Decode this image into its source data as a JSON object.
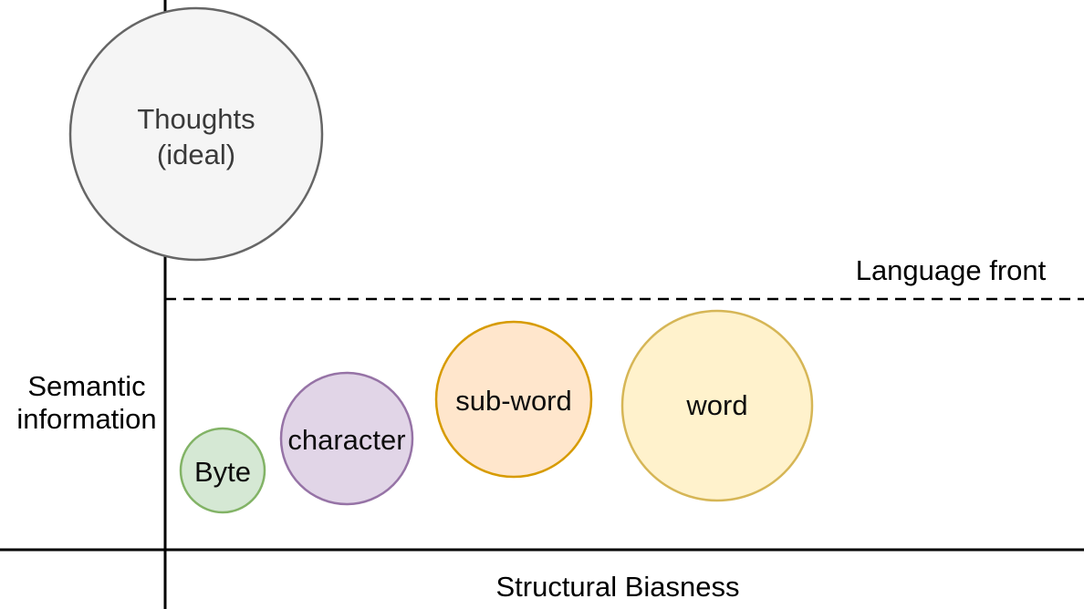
{
  "axes": {
    "color": "#000000",
    "y_label_line1": "Semantic",
    "y_label_line2": "information",
    "x_label": "Structural Biasness"
  },
  "language_front": {
    "label": "Language front",
    "line_color": "#000000",
    "line_style": "dashed"
  },
  "bubbles": {
    "thoughts": {
      "label_line1": "Thoughts",
      "label_line2": "(ideal)",
      "fill": "#f5f5f5",
      "stroke": "#666666",
      "text_color": "#3a3a3a",
      "size_rank": 5
    },
    "byte": {
      "label": "Byte",
      "fill": "#d5e8d4",
      "stroke": "#82b366",
      "text_color": "#0d0d0d",
      "size_rank": 1
    },
    "character": {
      "label": "character",
      "fill": "#e1d5e7",
      "stroke": "#9673a6",
      "text_color": "#0d0d0d",
      "size_rank": 2
    },
    "subword": {
      "label": "sub-word",
      "fill": "#ffe6cc",
      "stroke": "#d79b00",
      "text_color": "#0d0d0d",
      "size_rank": 3
    },
    "word": {
      "label": "word",
      "fill": "#fff2cc",
      "stroke": "#d6b656",
      "text_color": "#0d0d0d",
      "size_rank": 4
    }
  }
}
